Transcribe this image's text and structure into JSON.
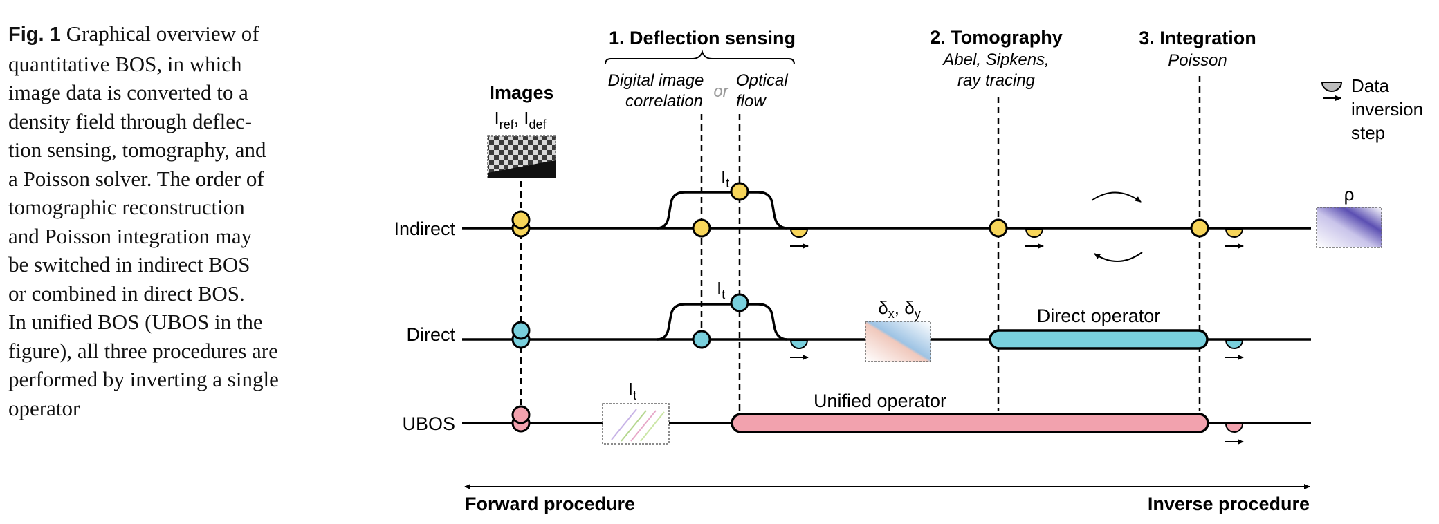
{
  "caption": {
    "label": "Fig. 1",
    "lines": [
      "Graphical overview of",
      "quantitative BOS, in which",
      "image data is converted to a",
      "density field through deflec-",
      "tion sensing, tomography, and",
      "a Poisson solver. The order of",
      "tomographic reconstruction",
      "and Poisson integration may",
      "be switched in indirect BOS",
      "or combined in direct BOS.",
      "In unified BOS (UBOS in the",
      "figure), all three procedures are",
      "performed by inverting a single",
      "operator"
    ]
  },
  "diagram": {
    "stages": {
      "images": {
        "title": "Images",
        "sub_I": "I",
        "sub_ref": "ref",
        "sub_sep": ", ",
        "sub_I2": "I",
        "sub_def": "def"
      },
      "deflection": {
        "title": "1. Deflection sensing",
        "dic1": "Digital image",
        "dic2": "correlation",
        "or": "or",
        "of1": "Optical",
        "of2": "flow"
      },
      "tomography": {
        "title": "2. Tomography",
        "sub1": "Abel, Sipkens,",
        "sub2": "ray tracing"
      },
      "integration": {
        "title": "3. Integration",
        "sub": "Poisson"
      }
    },
    "legend": {
      "line1": "Data",
      "line2": "inversion",
      "line3": "step"
    },
    "rows": {
      "indirect": {
        "label": "Indirect",
        "color": "#f7d55a",
        "it_main": "I",
        "it_sub": "t",
        "rho": "ρ"
      },
      "direct": {
        "label": "Direct",
        "color": "#79d0dd",
        "it_main": "I",
        "it_sub": "t",
        "delta_a": "δ",
        "delta_a_sub": "x",
        "delta_sep": ", ",
        "delta_b": "δ",
        "delta_b_sub": "y",
        "operator": "Direct operator"
      },
      "ubos": {
        "label": "UBOS",
        "color": "#f2a2ae",
        "it_main": "I",
        "it_sub": "t",
        "operator": "Unified operator"
      }
    },
    "procedures": {
      "forward": "Forward procedure",
      "inverse": "Inverse procedure"
    }
  }
}
